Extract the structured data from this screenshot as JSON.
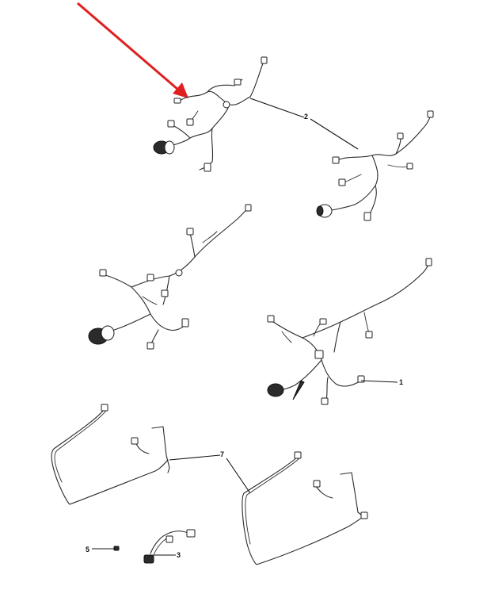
{
  "diagram": {
    "callouts": [
      {
        "id": "1",
        "text": "1"
      },
      {
        "id": "2",
        "text": "2"
      },
      {
        "id": "3",
        "text": "3"
      },
      {
        "id": "5",
        "text": "5"
      },
      {
        "id": "7",
        "text": "7"
      }
    ],
    "colors": {
      "line": "#2a2a2a",
      "arrow": "#e02020",
      "background": "#ffffff"
    },
    "parts": [
      {
        "name": "wiring-harness-upper-left"
      },
      {
        "name": "wiring-harness-upper-right"
      },
      {
        "name": "wiring-harness-middle-left"
      },
      {
        "name": "wiring-harness-middle-right"
      },
      {
        "name": "door-wire-left"
      },
      {
        "name": "door-wire-right"
      },
      {
        "name": "connector-part-3"
      },
      {
        "name": "clip-part-5"
      }
    ]
  }
}
